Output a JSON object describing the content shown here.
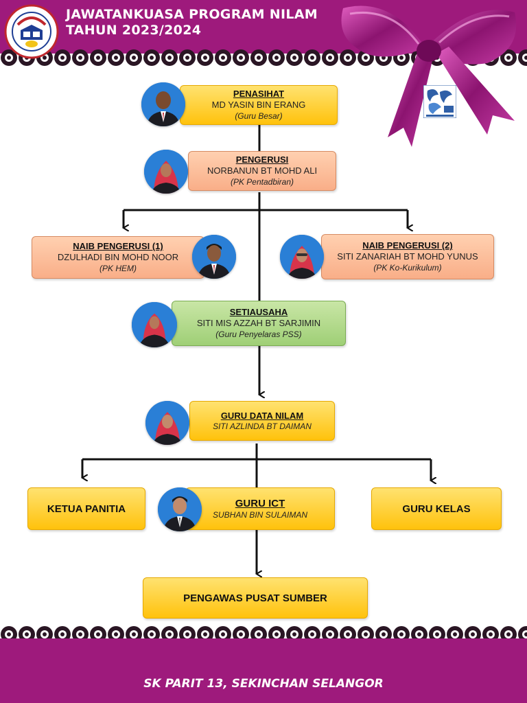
{
  "header": {
    "title_line1": "JAWATANKUASA  PROGRAM NILAM",
    "title_line2": "TAHUN 2023/2024"
  },
  "colors": {
    "magenta": "#9e1a7c",
    "yellow": "#ffc20c",
    "salmon": "#f9ae88",
    "green": "#9fcf76",
    "avatar_bg": "#2a7fd6"
  },
  "icons": [
    "school-logo",
    "pss-logo",
    "ribbon-bow"
  ],
  "chart": {
    "penasihat": {
      "role": "PENASIHAT",
      "name": "MD YASIN BIN ERANG",
      "position": "(Guru Besar)"
    },
    "pengerusi": {
      "role": "PENGERUSI",
      "name": "NORBANUN BT MOHD ALI",
      "position": "(PK Pentadbiran)"
    },
    "naib1": {
      "role": "NAIB PENGERUSI (1)",
      "name": "DZULHADI BIN MOHD NOOR",
      "position": "(PK HEM)"
    },
    "naib2": {
      "role": "NAIB PENGERUSI (2)",
      "name": "SITI ZANARIAH BT MOHD YUNUS",
      "position": "(PK Ko-Kurikulum)"
    },
    "setiausaha": {
      "role": "SETIAUSAHA",
      "name": "SITI MIS AZZAH BT SARJIMIN",
      "position": "(Guru Penyelaras PSS)"
    },
    "guru_data": {
      "role": "GURU DATA NILAM",
      "name": "SITI AZLINDA BT DAIMAN"
    },
    "guru_ict": {
      "role": "GURU ICT",
      "name": "SUBHAN BIN SULAIMAN"
    },
    "ketua_panitia": "KETUA PANITIA",
    "guru_kelas": "GURU KELAS",
    "pengawas": "PENGAWAS PUSAT SUMBER"
  },
  "footer": {
    "text": "SK PARIT 13, SEKINCHAN SELANGOR"
  }
}
